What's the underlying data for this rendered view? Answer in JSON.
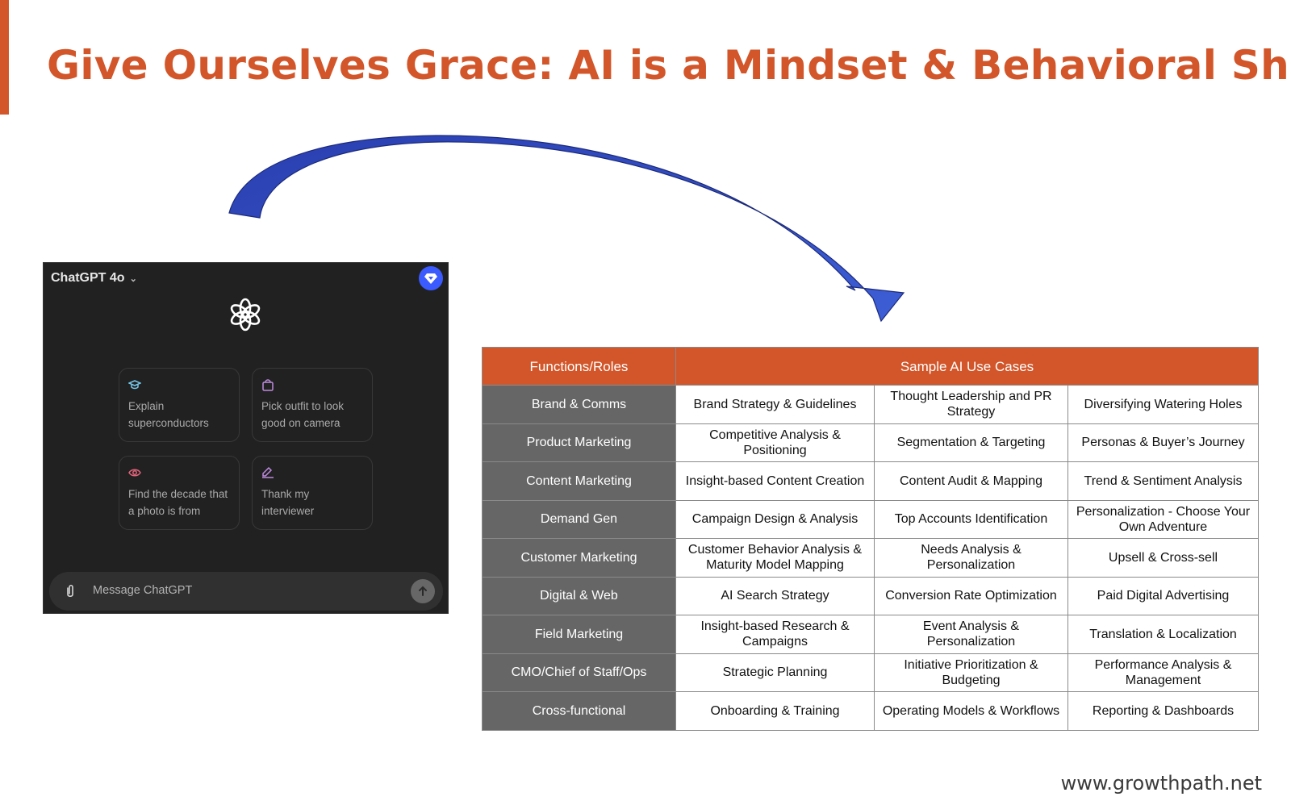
{
  "title": "Give Ourselves Grace: AI is a Mindset & Behavioral Shift",
  "chat": {
    "model_name": "ChatGPT 4o",
    "suggestions": [
      {
        "icon": "graduation-cap-icon",
        "text": "Explain superconductors",
        "color": "#76c7e8"
      },
      {
        "icon": "shopping-bag-icon",
        "text": "Pick outfit to look good on camera",
        "color": "#c08be0"
      },
      {
        "icon": "eye-icon",
        "text": "Find the decade that a photo is from",
        "color": "#e0637a"
      },
      {
        "icon": "pen-icon",
        "text": "Thank my interviewer",
        "color": "#c08be0"
      }
    ],
    "placeholder": "Message ChatGPT"
  },
  "table": {
    "headers": [
      "Functions/Roles",
      "Sample AI Use Cases"
    ],
    "rows": [
      {
        "role": "Brand & Comms",
        "cases": [
          "Brand Strategy & Guidelines",
          "Thought Leadership and PR Strategy",
          "Diversifying Watering Holes"
        ]
      },
      {
        "role": "Product Marketing",
        "cases": [
          "Competitive Analysis & Positioning",
          "Segmentation & Targeting",
          "Personas & Buyer’s Journey"
        ]
      },
      {
        "role": "Content Marketing",
        "cases": [
          "Insight-based Content Creation",
          "Content Audit & Mapping",
          "Trend & Sentiment Analysis"
        ]
      },
      {
        "role": "Demand Gen",
        "cases": [
          "Campaign Design & Analysis",
          "Top Accounts Identification",
          "Personalization - Choose Your Own Adventure"
        ]
      },
      {
        "role": "Customer Marketing",
        "cases": [
          "Customer Behavior Analysis & Maturity Model Mapping",
          "Needs Analysis & Personalization",
          "Upsell & Cross-sell"
        ]
      },
      {
        "role": "Digital & Web",
        "cases": [
          "AI Search Strategy",
          "Conversion Rate Optimization",
          "Paid Digital Advertising"
        ]
      },
      {
        "role": "Field Marketing",
        "cases": [
          "Insight-based Research & Campaigns",
          "Event Analysis & Personalization",
          "Translation & Localization"
        ]
      },
      {
        "role": "CMO/Chief of Staff/Ops",
        "cases": [
          "Strategic Planning",
          "Initiative Prioritization & Budgeting",
          "Performance Analysis & Management"
        ]
      },
      {
        "role": "Cross-functional",
        "cases": [
          "Onboarding & Training",
          "Operating Models & Workflows",
          "Reporting & Dashboards"
        ]
      }
    ]
  },
  "footer": "www.growthpath.net",
  "colors": {
    "brand": "#d2562a",
    "arrow": "#2c44b8",
    "role_cell": "#666666"
  }
}
